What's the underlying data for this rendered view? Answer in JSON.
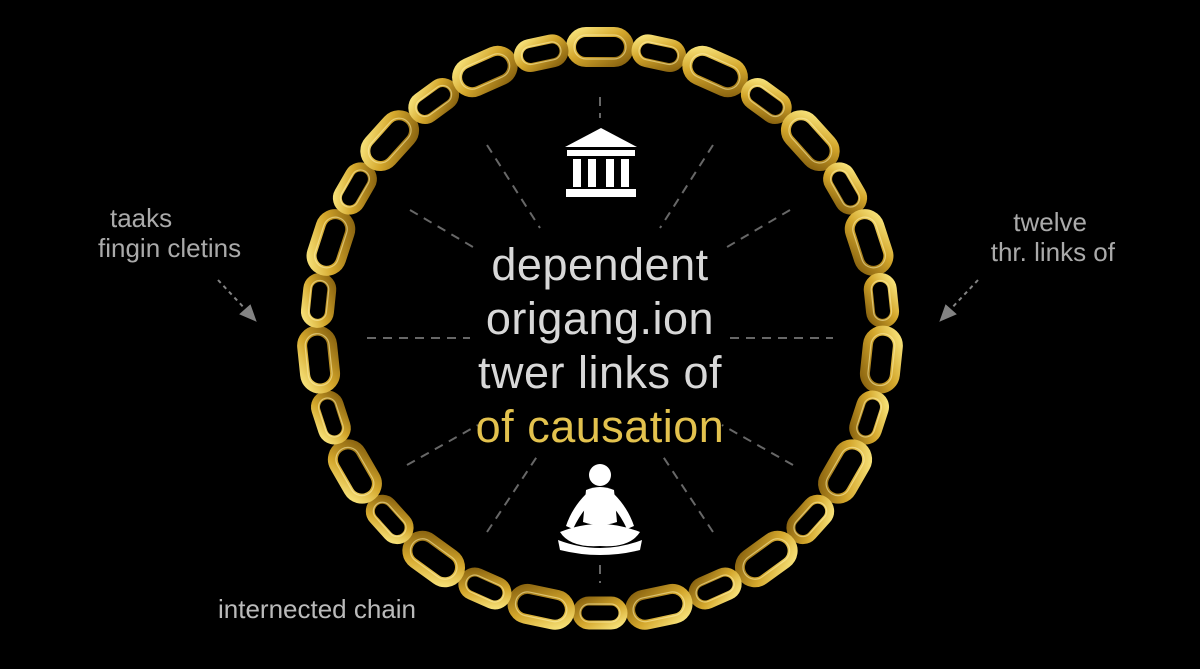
{
  "title_lines": [
    "dependent",
    "origang.ion",
    "twer links of"
  ],
  "title_highlight": "of causation",
  "left_annotation": [
    "taaks",
    "fingin cletins"
  ],
  "right_annotation": [
    "twelve",
    "thr. links of"
  ],
  "bottom_caption": "internected chain",
  "icons": {
    "top": "temple-pillars-icon",
    "bottom": "meditating-figure-icon"
  },
  "colors": {
    "background": "#000000",
    "chain_gold": "#d4a72c",
    "highlight_text": "#e3c24e",
    "title_text": "#d8d8d8",
    "divider": "#8a8a8a"
  }
}
